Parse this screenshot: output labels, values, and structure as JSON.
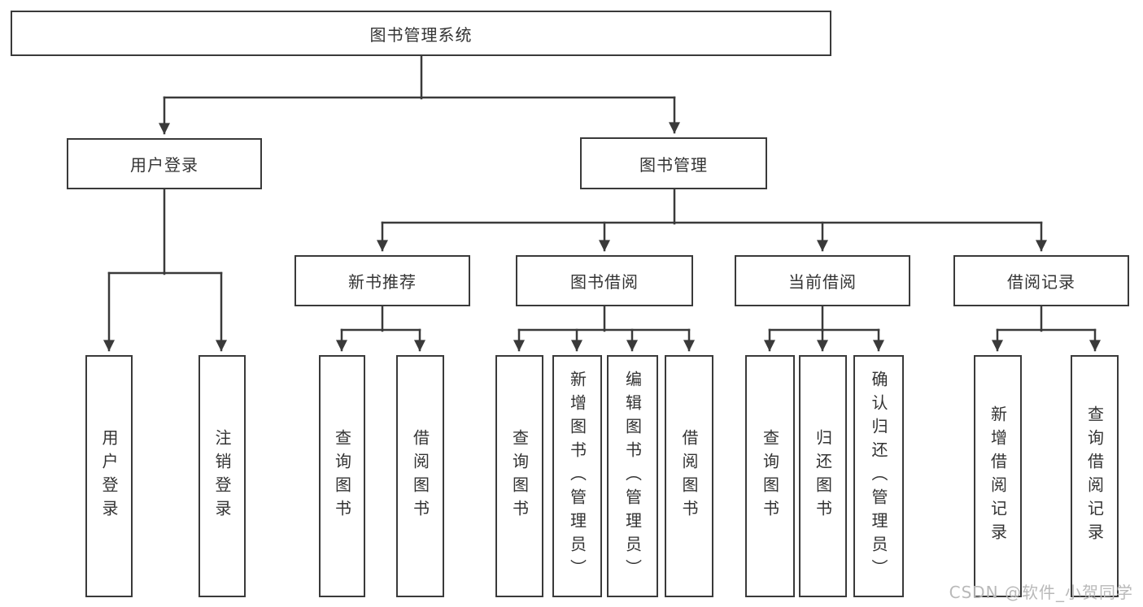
{
  "diagram": {
    "type": "hierarchy-tree",
    "title": "图书管理系统"
  },
  "colors": {
    "line": "#3a3a3a",
    "text": "#333333",
    "box_background": "#ffffff",
    "watermark": "#b9b9b9"
  },
  "nodes": {
    "root": {
      "label": "图书管理系统"
    },
    "user_login": {
      "label": "用户登录"
    },
    "book_mgmt": {
      "label": "图书管理"
    },
    "new_book_rec": {
      "label": "新书推荐"
    },
    "book_borrow": {
      "label": "图书借阅"
    },
    "current_borrow": {
      "label": "当前借阅"
    },
    "borrow_records": {
      "label": "借阅记录"
    },
    "leaf_login": {
      "label": "用户登录"
    },
    "leaf_logout": {
      "label": "注销登录"
    },
    "leaf_nbr_query": {
      "label": "查询图书"
    },
    "leaf_nbr_borrow": {
      "label": "借阅图书"
    },
    "leaf_bb_query": {
      "label": "查询图书"
    },
    "leaf_bb_add": {
      "label": "新增图书（管理员）"
    },
    "leaf_bb_edit": {
      "label": "编辑图书（管理员）"
    },
    "leaf_bb_borrow": {
      "label": "借阅图书"
    },
    "leaf_cb_query": {
      "label": "查询图书"
    },
    "leaf_cb_return": {
      "label": "归还图书"
    },
    "leaf_cb_confirm": {
      "label": "确认归还（管理员）"
    },
    "leaf_br_add": {
      "label": "新增借阅记录"
    },
    "leaf_br_query": {
      "label": "查询借阅记录"
    }
  },
  "watermark": "CSDN @软件_小贺同学"
}
